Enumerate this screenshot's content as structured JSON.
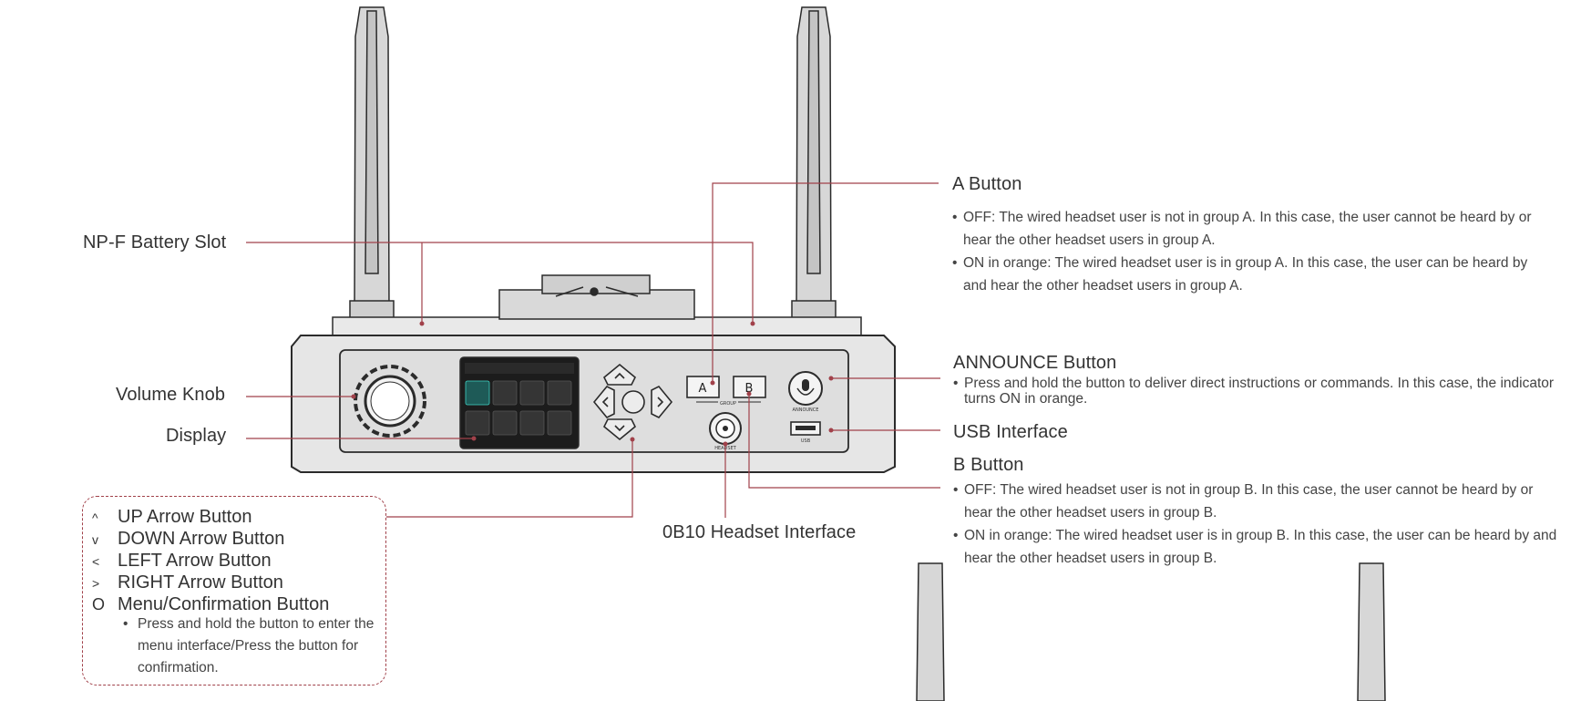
{
  "callouts": {
    "a_button": {
      "title": "A Button",
      "bullets": [
        "OFF: The wired headset user is not in group A. In this case, the user cannot be heard by or hear the other headset users in group A.",
        "ON in orange: The wired headset user is in group A. In this case, the user can be heard by and hear the other headset users in group A."
      ]
    },
    "battery_slot": {
      "title": "NP-F Battery Slot"
    },
    "announce_button": {
      "title": "ANNOUNCE Button",
      "bullets": [
        "Press and hold the button to deliver direct instructions or commands. In this case, the indicator turns ON in orange."
      ]
    },
    "usb_interface": {
      "title": "USB Interface"
    },
    "b_button": {
      "title": "B Button",
      "bullets": [
        "OFF: The wired headset user is not in group B. In this case, the user cannot be heard by or hear the other headset users in group B.",
        "ON in orange: The wired headset user is in group B. In this case, the user can be heard by and hear the other headset users in group B."
      ]
    },
    "volume_knob": {
      "title": "Volume Knob"
    },
    "display": {
      "title": "Display"
    },
    "headset_interface": {
      "title": "0B10 Headset Interface"
    }
  },
  "legend": {
    "items": [
      {
        "symbol": "^",
        "label": "UP Arrow Button"
      },
      {
        "symbol": "v",
        "label": "DOWN Arrow Button"
      },
      {
        "symbol": "<",
        "label": "LEFT Arrow Button"
      },
      {
        "symbol": ">",
        "label": "RIGHT Arrow Button"
      },
      {
        "symbol": "O",
        "label": "Menu/Confirmation Button"
      }
    ],
    "note": "Press and hold the button to enter the menu interface/Press the button for confirmation."
  },
  "device": {
    "button_a": "A",
    "button_b": "B",
    "group_label": "GROUP",
    "announce_label": "ANNOUNCE",
    "usb_label": "USB",
    "headset_label": "HEADSET"
  },
  "colors": {
    "leader_line": "#a1414a",
    "device_outline": "#2b2b2b",
    "device_fill": "#e6e6e6",
    "screen_bg": "#1c1c1c",
    "screen_accent": "#3fd3c5"
  }
}
